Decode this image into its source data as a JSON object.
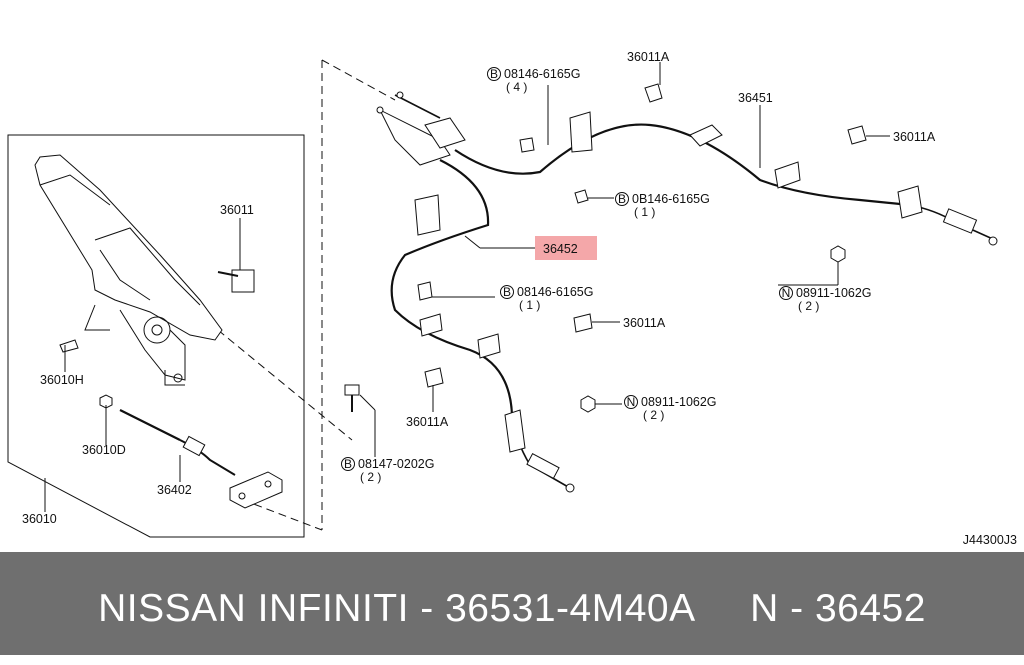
{
  "diagram": {
    "code": "J44300J3",
    "labels": {
      "p36011": "36011",
      "p36010H": "36010H",
      "p36010D": "36010D",
      "p36402": "36402",
      "p36010": "36010",
      "p36011A_top": "36011A",
      "p36451": "36451",
      "p36011A_right": "36011A",
      "p36452": "36452",
      "p36011A_mid": "36011A",
      "p36011A_low": "36011A",
      "b08146_top": "08146-6165G",
      "b08146_top_qty": "( 4 )",
      "b08146_mid": "0B146-6165G",
      "b08146_mid_qty": "( 1 )",
      "b08146_low": "08146-6165G",
      "b08146_low_qty": "( 1 )",
      "b08147": "08147-0202G",
      "b08147_qty": "( 2 )",
      "n08911_right": "08911-1062G",
      "n08911_right_qty": "( 2 )",
      "n08911_low": "08911-1062G",
      "n08911_low_qty": "( 2 )",
      "marker_b": "B",
      "marker_n": "N"
    },
    "highlight_color": "#f4a7a9"
  },
  "footer": {
    "text": "NISSAN INFINITI - 36531-4M40A     N - 36452"
  }
}
